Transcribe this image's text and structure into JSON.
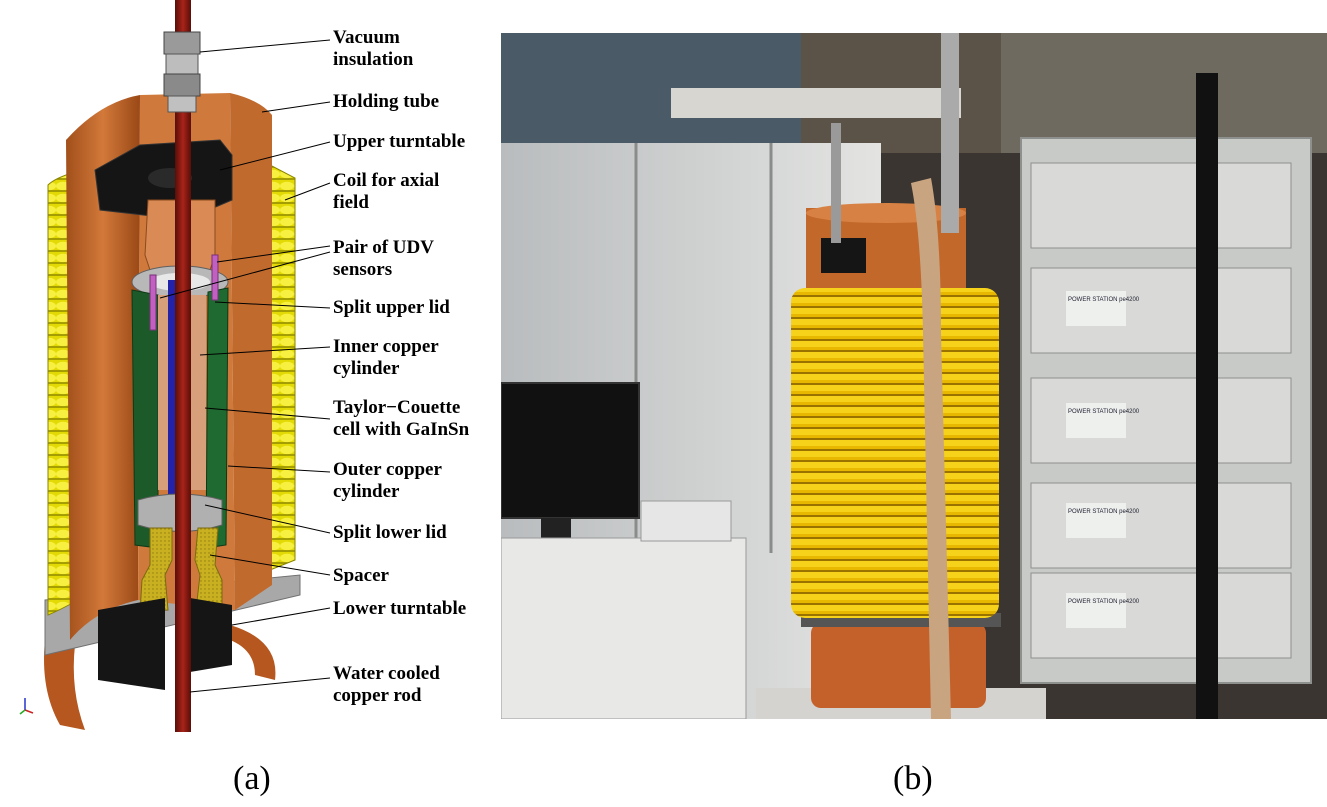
{
  "labels": [
    {
      "text": "Vacuum\ninsulation"
    },
    {
      "text": "Holding tube"
    },
    {
      "text": "Upper turntable"
    },
    {
      "text": "Coil for axial\nfield"
    },
    {
      "text": "Pair of UDV\nsensors"
    },
    {
      "text": "Split upper lid"
    },
    {
      "text": "Inner copper\ncylinder"
    },
    {
      "text": "Taylor−Couette\ncell with GaInSn"
    },
    {
      "text": "Outer copper\ncylinder"
    },
    {
      "text": "Split lower lid"
    },
    {
      "text": "Spacer"
    },
    {
      "text": "Lower turntable"
    },
    {
      "text": "Water cooled\ncopper rod"
    }
  ],
  "captions": {
    "a": "(a)",
    "b": "(b)"
  },
  "photo_panels": {
    "label_text": "POWER STATION pe4200"
  },
  "colors": {
    "coil": "#e8e000",
    "copper": "#c0652a",
    "rod": "#8a1a10",
    "turntable": "#151515",
    "cylinder": "#1d5a2a",
    "spacer": "#c9b020",
    "lid": "#b8b8b8",
    "sensor": "#c060c0"
  }
}
